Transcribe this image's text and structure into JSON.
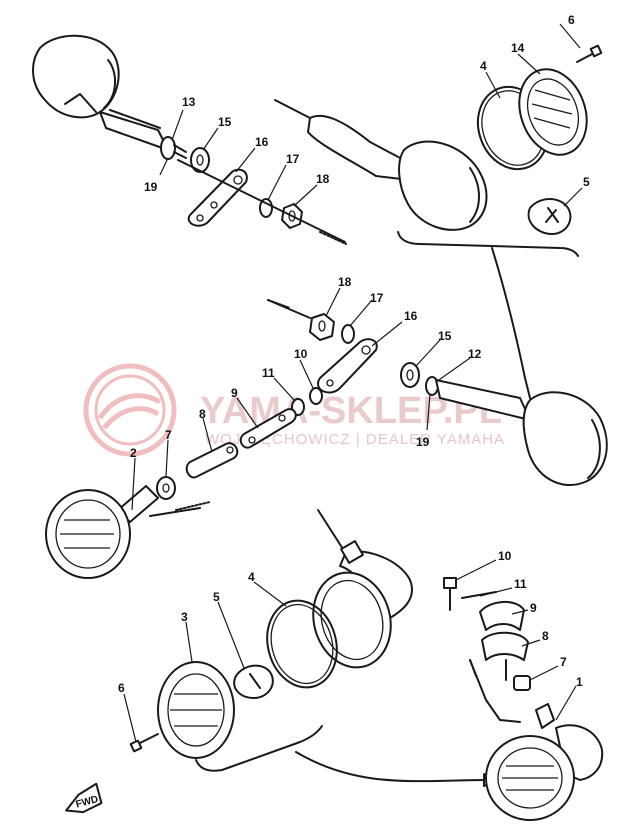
{
  "watermark": {
    "brand": "YAMA-SKLEP.PL",
    "subtitle": "WOJ. ŁĘCHOWICZ | DEALER YAMAHA"
  },
  "direction_marker": {
    "label": "FWD"
  },
  "callouts": [
    {
      "id": "c6-top",
      "label": "6"
    },
    {
      "id": "c14-top",
      "label": "14"
    },
    {
      "id": "c4-top",
      "label": "4"
    },
    {
      "id": "c5-top",
      "label": "5"
    },
    {
      "id": "c13-top",
      "label": "13"
    },
    {
      "id": "c15-top",
      "label": "15"
    },
    {
      "id": "c16-top",
      "label": "16"
    },
    {
      "id": "c17-top",
      "label": "17"
    },
    {
      "id": "c18-top",
      "label": "18"
    },
    {
      "id": "c19-top",
      "label": "19"
    },
    {
      "id": "c18-mid",
      "label": "18"
    },
    {
      "id": "c17-mid",
      "label": "17"
    },
    {
      "id": "c16-mid",
      "label": "16"
    },
    {
      "id": "c15-mid",
      "label": "15"
    },
    {
      "id": "c12-mid",
      "label": "12"
    },
    {
      "id": "c10-mid",
      "label": "10"
    },
    {
      "id": "c11-mid",
      "label": "11"
    },
    {
      "id": "c9-mid",
      "label": "9"
    },
    {
      "id": "c8-mid",
      "label": "8"
    },
    {
      "id": "c7-mid",
      "label": "7"
    },
    {
      "id": "c2-mid",
      "label": "2"
    },
    {
      "id": "c19-mid",
      "label": "19"
    },
    {
      "id": "c10-bot",
      "label": "10"
    },
    {
      "id": "c11-bot",
      "label": "11"
    },
    {
      "id": "c9-bot",
      "label": "9"
    },
    {
      "id": "c8-bot",
      "label": "8"
    },
    {
      "id": "c7-bot",
      "label": "7"
    },
    {
      "id": "c1-bot",
      "label": "1"
    },
    {
      "id": "c3-bot",
      "label": "3"
    },
    {
      "id": "c5-bot",
      "label": "5"
    },
    {
      "id": "c4-bot",
      "label": "4"
    },
    {
      "id": "c6-bot",
      "label": "6"
    }
  ]
}
